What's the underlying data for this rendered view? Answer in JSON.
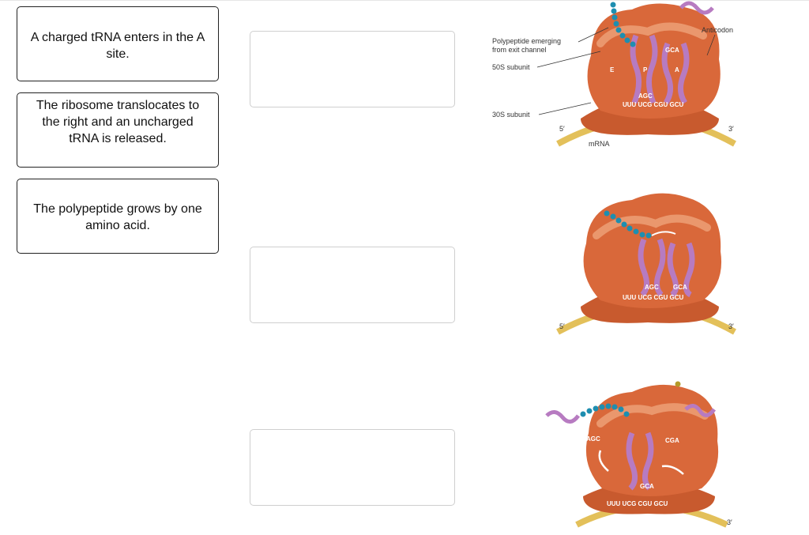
{
  "cards": [
    {
      "text": "A charged tRNA enters in the A site."
    },
    {
      "text": "The ribosome translocates to the right and an uncharged tRNA is released."
    },
    {
      "text": "The polypeptide grows by one amino acid."
    }
  ],
  "figure1": {
    "labels": {
      "polypeptide": "Polypeptide emerging from exit channel",
      "subunit50": "50S subunit",
      "subunit30": "30S subunit",
      "mrna": "mRNA",
      "anticodon": "Anticodon",
      "five": "5′",
      "three": "3′",
      "site_e": "E",
      "site_p": "P",
      "site_a": "A",
      "codons": "UUU UCG CGU GCU",
      "anti_p": "AGC",
      "anti_a": "GCA"
    }
  },
  "figure2": {
    "labels": {
      "five": "5′",
      "three": "3′",
      "codons": "UUU UCG CGU GCU",
      "anti_p": "AGC",
      "anti_a": "GCA"
    }
  },
  "figure3": {
    "labels": {
      "codons": "UUU UCG CGU GCU",
      "anti_released": "AGC",
      "anti_p": "GCA",
      "anti_incoming": "CGA",
      "three": "3′"
    }
  },
  "colors": {
    "ribosome": "#d9683a",
    "ribosome_light": "#eea27a",
    "trna": "#b77bc1",
    "mrna": "#e3c05a",
    "peptide": "#1e8eb0"
  }
}
